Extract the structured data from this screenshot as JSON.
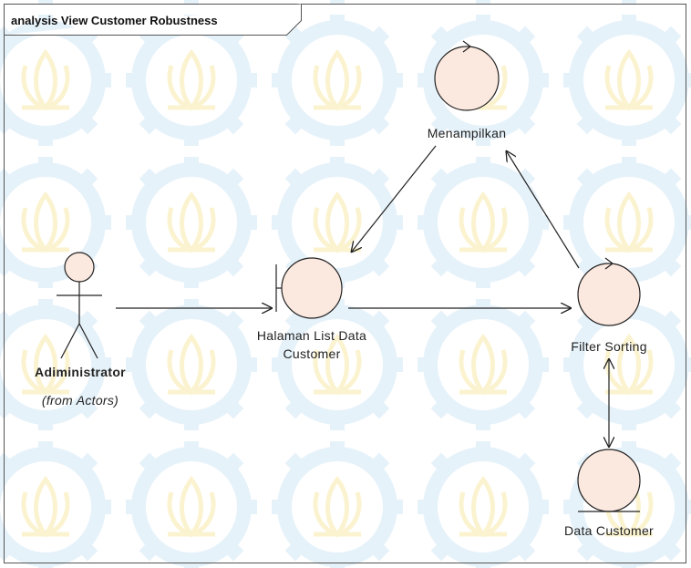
{
  "diagram": {
    "frame_title": "analysis View Customer Robustness",
    "actor": {
      "name": "Adiministrator",
      "stereotype": "(from Actors)"
    },
    "boundary": {
      "name_line1": "Halaman List Data",
      "name_line2": "Customer"
    },
    "control_display": {
      "name": "Menampilkan"
    },
    "control_filter": {
      "name": "Filter Sorting"
    },
    "entity": {
      "name": "Data Customer"
    }
  },
  "colors": {
    "element_fill": "#fbe8df",
    "element_stroke": "#222222",
    "line": "#222222",
    "watermark_gear": "#e6f2fa",
    "watermark_lotus": "#fbf6d8"
  }
}
